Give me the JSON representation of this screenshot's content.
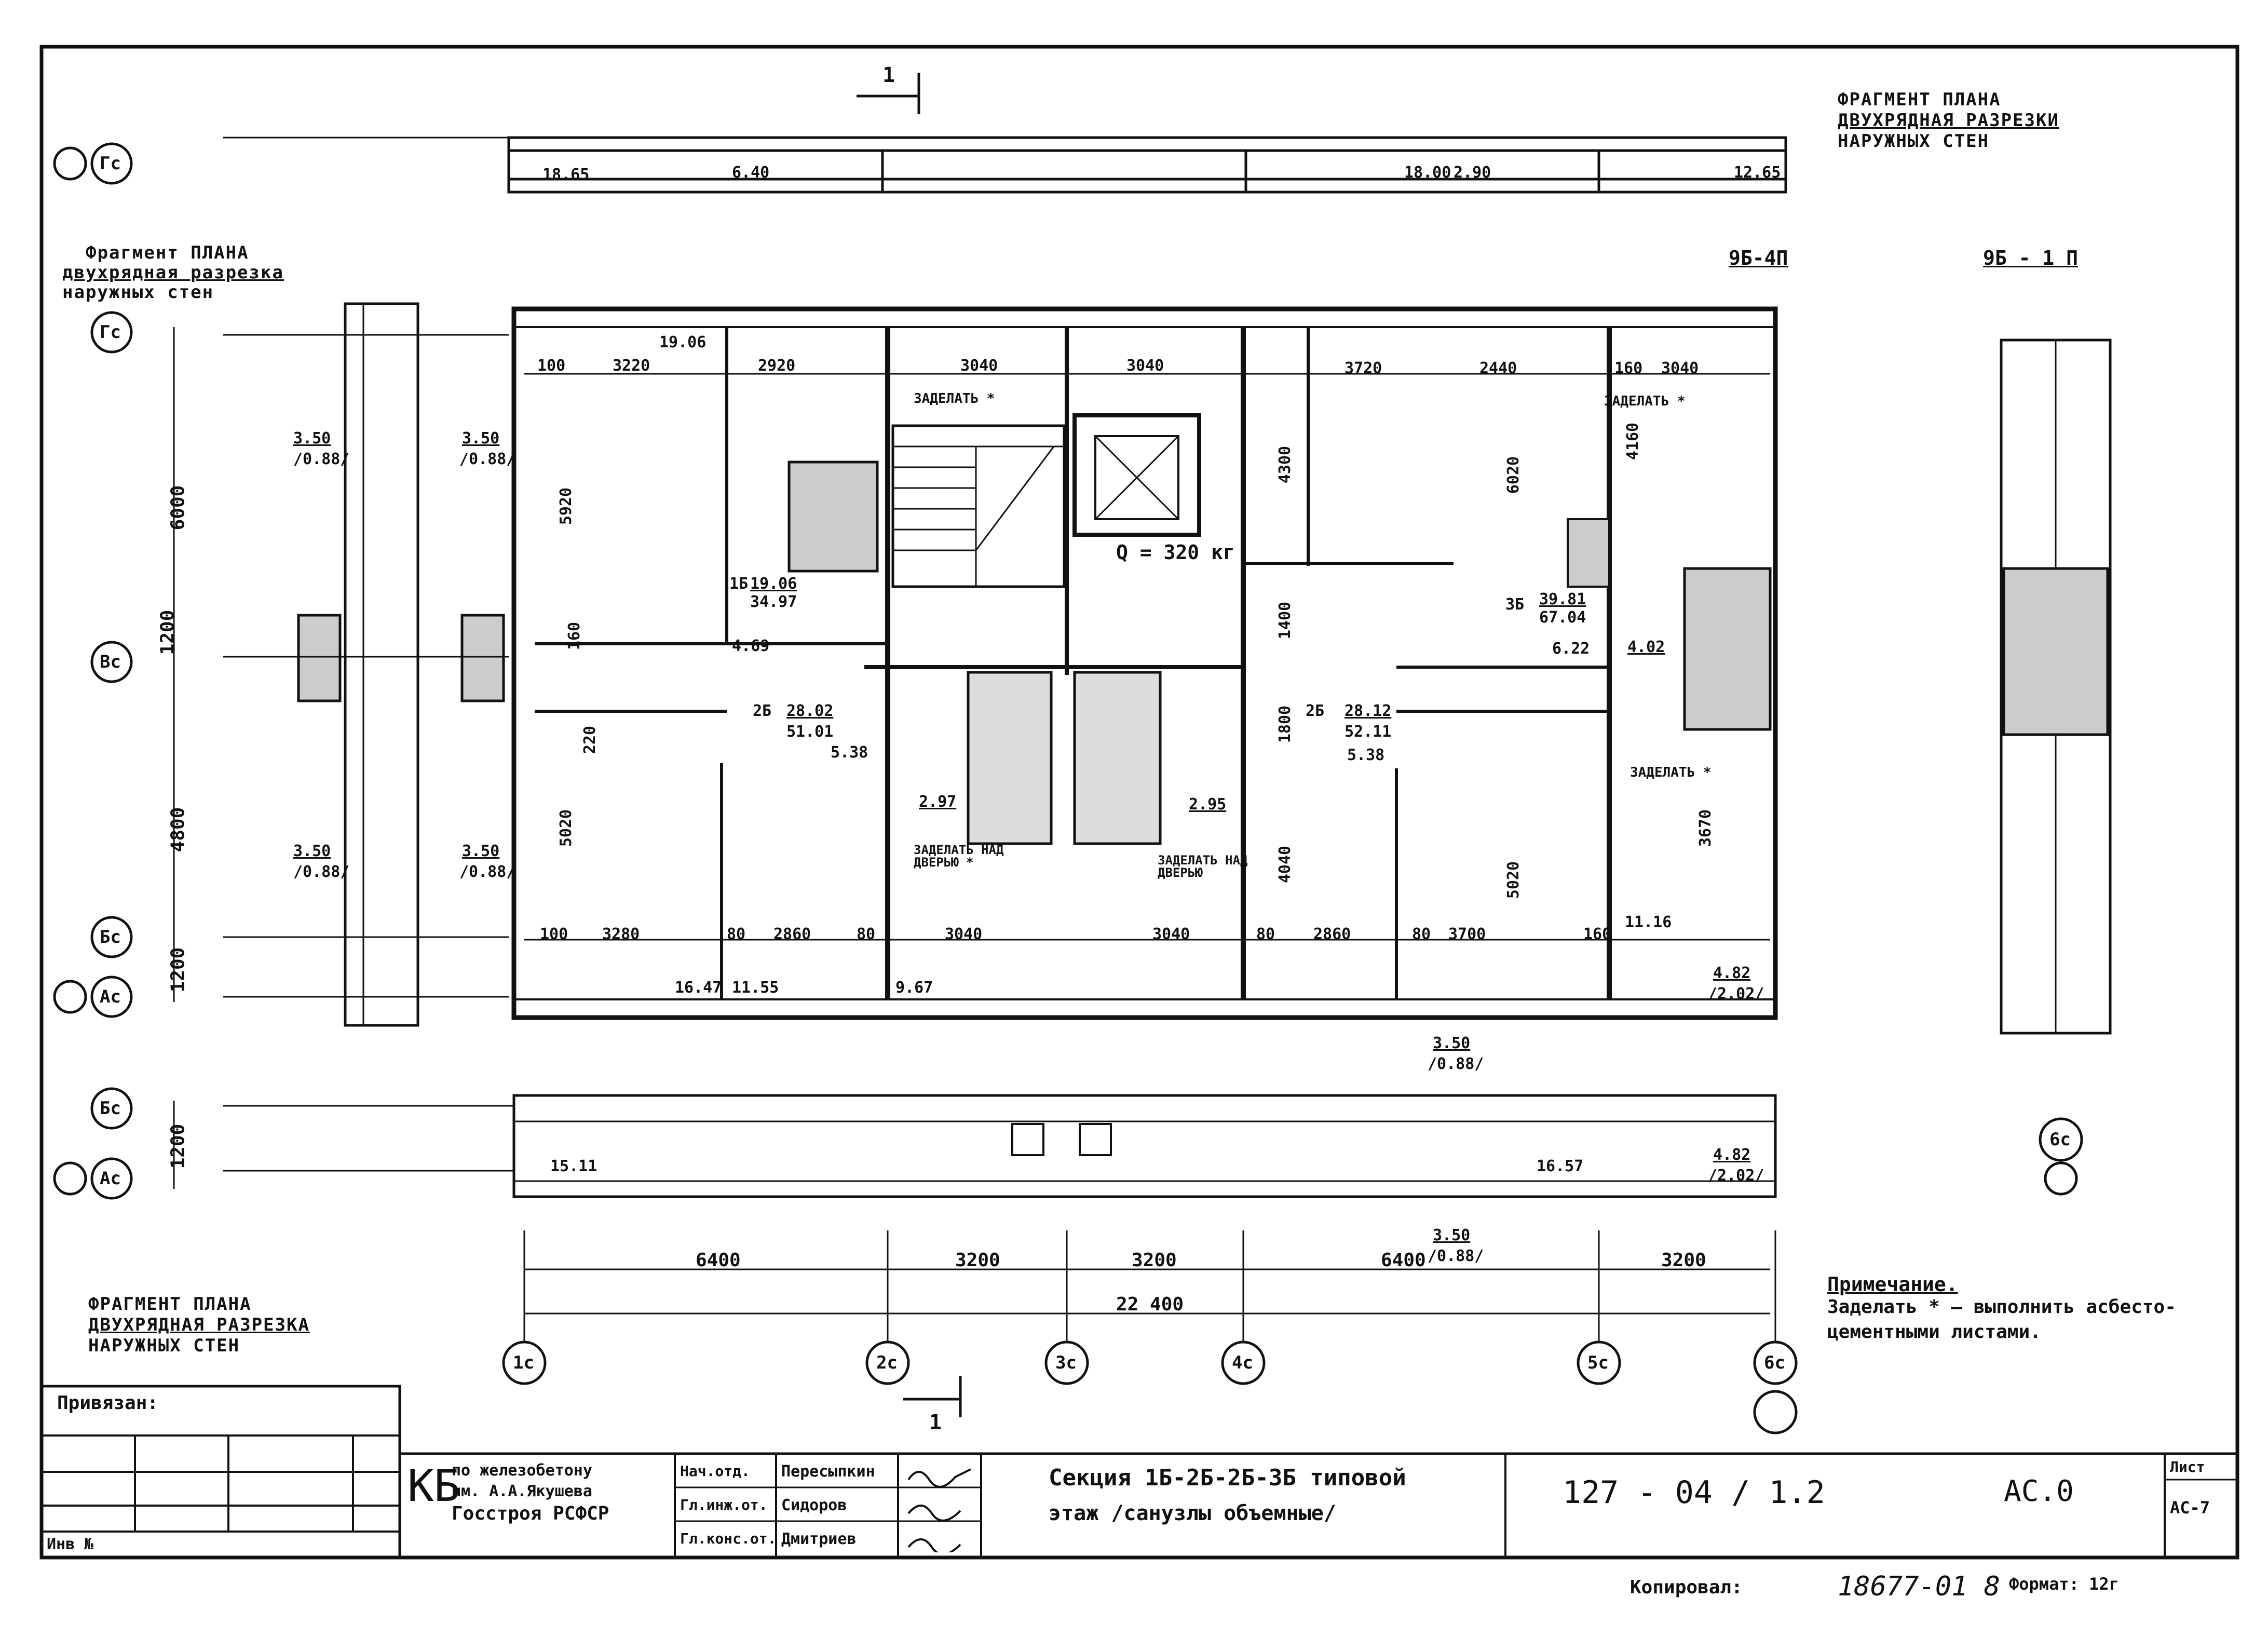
{
  "frag_top": {
    "line1": "ФРАГМЕНТ ПЛАНА",
    "line2": "ДВУХРЯДНАЯ РАЗРЕЗКИ",
    "line3": "НАРУЖНЫХ СТЕН"
  },
  "frag_left": {
    "line1": "Фрагмент ПЛАНА",
    "line2": "двухрядная разрезка",
    "line3": "наружных стен"
  },
  "frag_bottom": {
    "line1": "ФРАГМЕНТ ПЛАНА",
    "line2": "ДВУХРЯДНАЯ РАЗРЕЗКА",
    "line3": "НАРУЖНЫХ СТЕН"
  },
  "section_mark": "1",
  "panel_marks": [
    "9Б-4П",
    "9Б - 1 П"
  ],
  "lift_load": "Q = 320 кг",
  "axes": {
    "horizontal": [
      "1с",
      "2с",
      "3с",
      "4с",
      "5с",
      "6с"
    ],
    "vertical": [
      "Гс",
      "Вс",
      "Бс",
      "Ас"
    ]
  },
  "dims_bottom": {
    "spans": [
      "6400",
      "3200",
      "3200",
      "6400",
      "3200"
    ],
    "total": "22 400"
  },
  "dims_left": [
    "6000",
    "4800",
    "1200",
    "1200"
  ],
  "dims_left_total": "1200",
  "dims_top_row": [
    "100",
    "3220",
    "2920",
    "3040",
    "3040",
    "3720",
    "2440",
    "160",
    "3040"
  ],
  "dims_bottom_row": [
    "100",
    "3280",
    "80",
    "2860",
    "80",
    "3040",
    "3040",
    "80",
    "2860",
    "80",
    "3700",
    "160"
  ],
  "dims_vertical": [
    "5920",
    "5020",
    "4300",
    "4040",
    "1800",
    "1400",
    "4160",
    "3670",
    "5020",
    "6020",
    "220",
    "160"
  ],
  "panel_labels": [
    "18.65",
    "6.40",
    "18.00",
    "2.90",
    "12.65",
    "19.06",
    "11.55",
    "9.67",
    "16.47",
    "11.16",
    "16.57",
    "15.11"
  ],
  "rooms": [
    {
      "id": "2Б",
      "area": "28.02",
      "total": "51.01",
      "extra": "5.38"
    },
    {
      "id": "1Б",
      "area": "19.06",
      "total": "34.97",
      "extra": "4.69"
    },
    {
      "id": "2Б",
      "area": "28.12",
      "total": "52.11",
      "extra": "5.38"
    },
    {
      "id": "3Б",
      "area": "39.81",
      "total": "67.04",
      "extra": "6.22"
    }
  ],
  "window_labels": [
    "3.50",
    "/0.88/",
    "4.82",
    "/2.02/",
    "4.02",
    "2.97",
    "2.95"
  ],
  "zadelat": [
    "ЗАДЕЛАТЬ *",
    "ЗАДЕЛАТЬ НАД ДВЕРЬЮ *",
    "ЗАДЕЛАТЬ НАД ДВЕРЬЮ"
  ],
  "note": {
    "title": "Примечание.",
    "line1": "Заделать * – выполнить асбесто-",
    "line2": "цементными листами."
  },
  "privyazan": "Привязан:",
  "inv": "Инв №",
  "org": {
    "abbr": "КБ",
    "line1": "по железобетону",
    "line2": "им. А.А.Якушева",
    "line3": "Госстроя РСФСР"
  },
  "staff": [
    {
      "role": "Нач.отд.",
      "name": "Пересыпкин"
    },
    {
      "role": "Гл.инж.от.",
      "name": "Сидоров"
    },
    {
      "role": "Гл.конс.от.",
      "name": "Дмитриев"
    }
  ],
  "title": {
    "line1": "Секция 1Б-2Б-2Б-3Б типовой",
    "line2": "этаж /санузлы объемные/"
  },
  "code": "127 - 04 / 1.2",
  "sheet_mark": "АС.0",
  "list_label": "Лист",
  "list_value": "АС-7",
  "copied": "Копировал:",
  "copied_num": "18677-01 8",
  "format": "Формат: 12г"
}
